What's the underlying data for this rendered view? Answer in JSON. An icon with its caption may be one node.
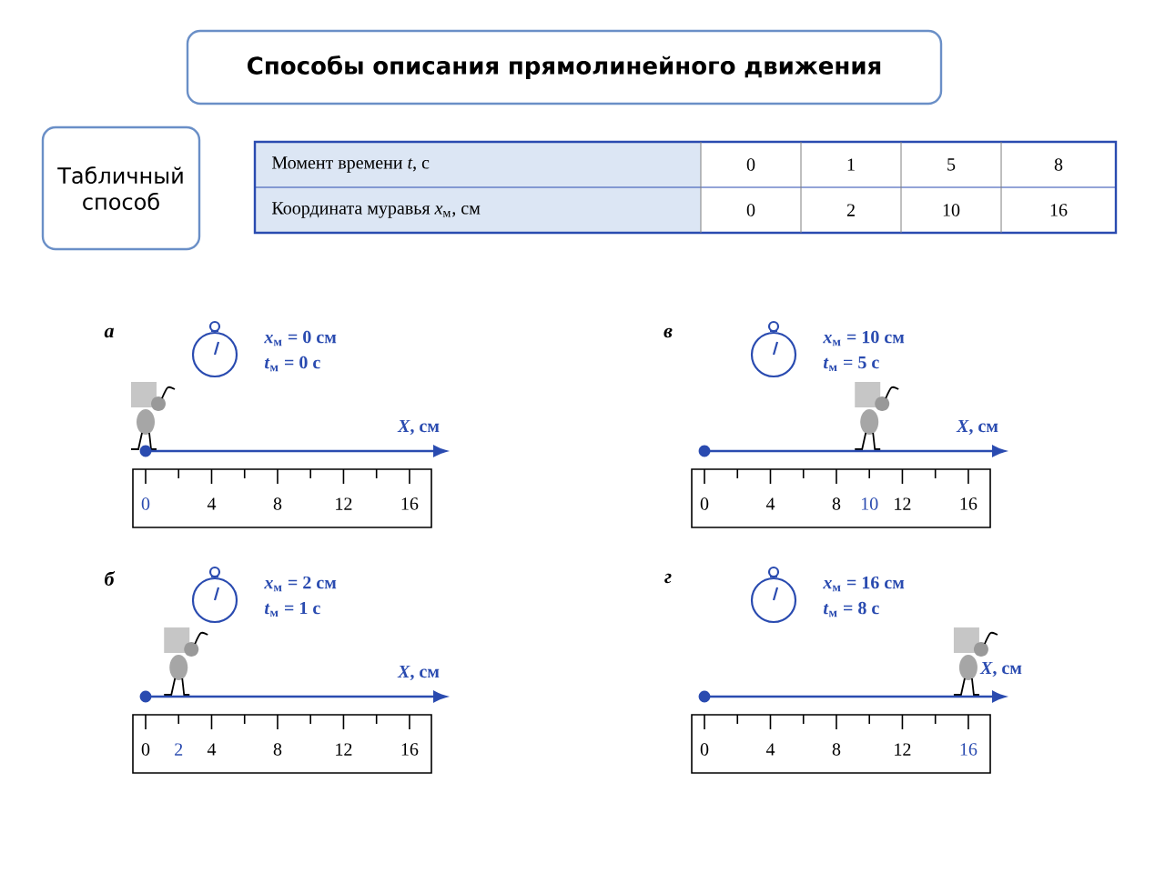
{
  "diagram": {
    "nodes": [
      {
        "text": [
          "Способы описания прямолинейного движения"
        ]
      },
      {
        "text": [
          "Табличный способ"
        ]
      }
    ],
    "labels": [
      "Момент времени *t*, с",
      "0",
      "1",
      "5",
      "8",
      "Координата муравья *x*$_{м}$, см",
      "0",
      "2",
      "10",
      "16",
      "а",
      "*x*$_{м}$ = 0 см",
      "*t*$_{м}$ = 0 с",
      "*X*, см",
      "0",
      "4",
      "8",
      "12",
      "16",
      "в",
      "*x*$_{м}$ = 10 см",
      "*t*$_{м}$ = 5 с",
      "*X*, см",
      "0",
      "4",
      "8",
      "10",
      "12",
      "16",
      "б",
      "*x*$_{м}$ = 2 см",
      "*t*$_{м}$ = 1 с",
      "*X*, см",
      "0",
      "2",
      "4",
      "8",
      "12",
      "16",
      "г",
      "*x*$_{м}$ = 16 см",
      "*t*$_{м}$ = 8 с",
      "*X*, см",
      "0",
      "4",
      "8",
      "12",
      "16"
    ]
  }
}
